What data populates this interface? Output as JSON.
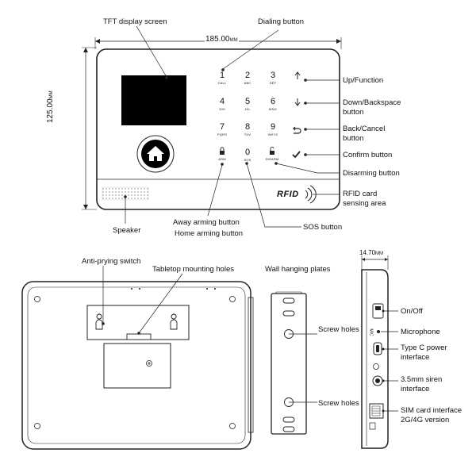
{
  "front": {
    "width_label": "185.00",
    "width_unit": "MM",
    "height_label": "125.00",
    "height_unit": "MM",
    "callouts": {
      "tft": "TFT display screen",
      "dialing": "Dialing button",
      "up": "Up/Function",
      "down_1": "Down/Backspace",
      "down_2": "button",
      "back_1": "Back/Cancel",
      "back_2": "button",
      "confirm": "Confirm button",
      "disarming": "Disarming button",
      "rfid_1": "RFID card",
      "rfid_2": "sensing area",
      "speaker": "Speaker",
      "away": "Away arming button",
      "home": "Home arming button",
      "sos": "SOS button"
    },
    "keypad": [
      {
        "digit": "1",
        "sub": "CALL"
      },
      {
        "digit": "2",
        "sub": "ABC"
      },
      {
        "digit": "3",
        "sub": "DEF"
      },
      {
        "digit": "4",
        "sub": "GHI"
      },
      {
        "digit": "5",
        "sub": "JKL"
      },
      {
        "digit": "6",
        "sub": "MNO"
      },
      {
        "digit": "7",
        "sub": "PQRS"
      },
      {
        "digit": "8",
        "sub": "TUV"
      },
      {
        "digit": "9",
        "sub": "WXYZ"
      },
      {
        "digit": "",
        "sub": "ARM"
      },
      {
        "digit": "0",
        "sub": "SOS"
      },
      {
        "digit": "",
        "sub": "DISARM"
      }
    ],
    "rfid_logo": "RFID"
  },
  "back": {
    "callouts": {
      "anti_prying": "Anti-prying switch",
      "tabletop": "Tabletop mounting holes"
    }
  },
  "plate": {
    "title": "Wall hanging plates",
    "screw_top": "Screw holes",
    "screw_bottom": "Screw holes"
  },
  "side": {
    "depth_label": "14.70",
    "depth_unit": "MM",
    "callouts": {
      "onoff": "On/Off",
      "mic": "Microphone",
      "typec_1": "Type C power",
      "typec_2": "interface",
      "siren_1": "3.5mm siren",
      "siren_2": "interface",
      "sim_1": "SIM card interface",
      "sim_2": "2G/4G version"
    },
    "mic_tag": "MIC"
  },
  "colors": {
    "line": "#222222",
    "body": "#ffffff",
    "screen": "#000000",
    "speaker_grid": "#c8c8c8"
  }
}
